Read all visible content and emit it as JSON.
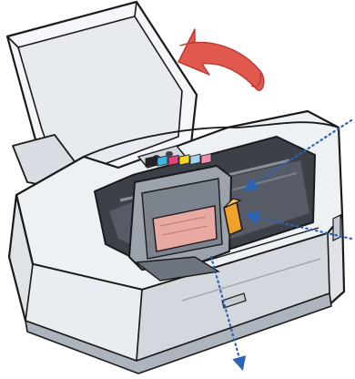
{
  "colors": {
    "background": "#ffffff",
    "outline": "#1a1a1a",
    "body_light": "#f1f3f6",
    "body_mid": "#d9dde3",
    "body_shadow": "#aeb4bd",
    "cover_fill": "#f4f6f9",
    "interior_dark": "#3c4048",
    "carriage_gray": "#9da3ad",
    "cartridge_pink": "#e8a9a3",
    "lock_lever": "#f0a12a",
    "open_arrow": "#e0584e",
    "open_arrow_shade": "#b83a33",
    "callout_arrow": "#2c63b5",
    "ink_colors": [
      "#222222",
      "#39b7e0",
      "#e4447d",
      "#f4d51e",
      "#9fd3f0",
      "#f08fb2"
    ]
  },
  "illustration": {
    "subject": "printer-with-open-front-cover",
    "callouts": [
      {
        "name": "callout-print-head",
        "style": "dotted",
        "direction": "from-right-top"
      },
      {
        "name": "callout-lock-lever",
        "style": "dotted",
        "direction": "from-right-bottom"
      },
      {
        "name": "callout-carriage-bottom",
        "style": "dotted",
        "direction": "down"
      }
    ],
    "motion_arrow": "open-cover-arrow"
  }
}
